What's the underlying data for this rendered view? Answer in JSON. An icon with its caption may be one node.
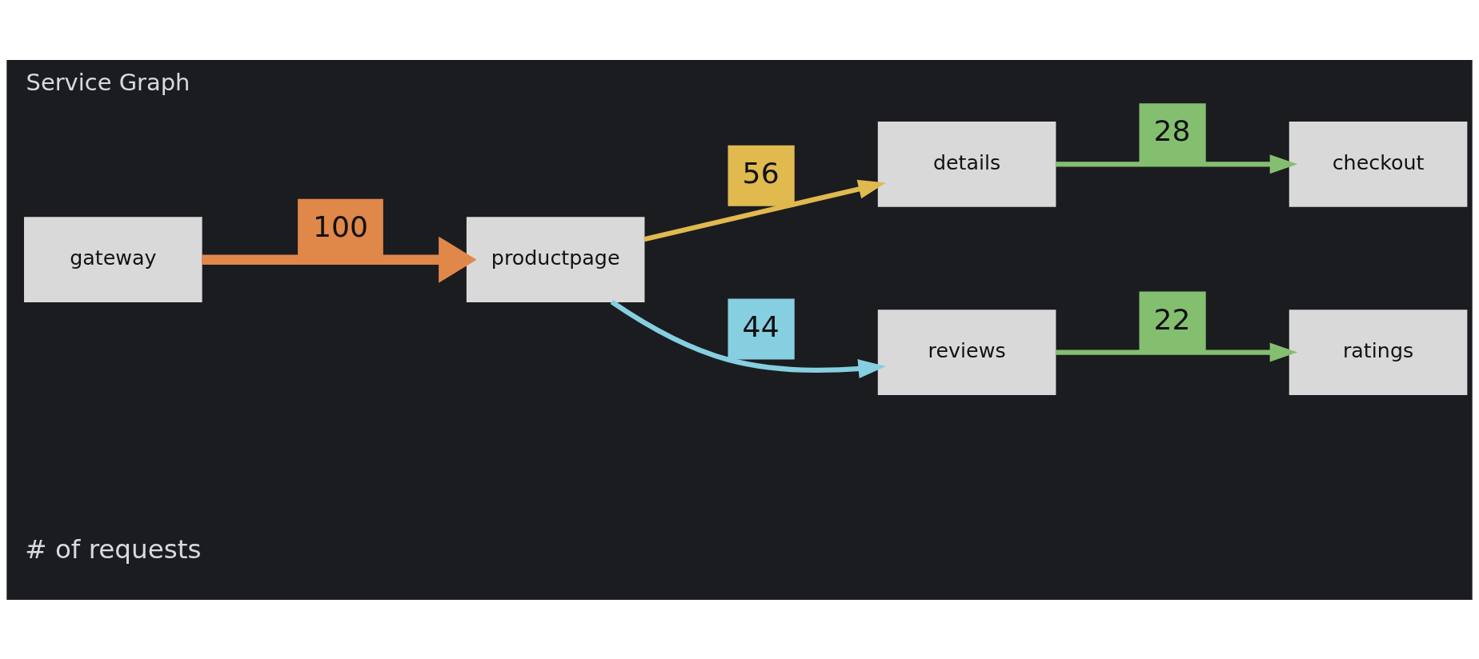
{
  "diagram": {
    "title": "Service Graph",
    "nodes": [
      {
        "text": [
          "gateway"
        ]
      },
      {
        "text": [
          "productpage"
        ]
      },
      {
        "text": [
          "details"
        ]
      },
      {
        "text": [
          "reviews"
        ]
      },
      {
        "text": [
          "checkout"
        ]
      },
      {
        "text": [
          "ratings"
        ]
      }
    ],
    "edges": [
      {
        "from": 0,
        "to": 1,
        "arrow": "to",
        "label": "100",
        "style": "thick",
        "color": "#e0874a"
      },
      {
        "from": 1,
        "to": 2,
        "arrow": "to",
        "label": "56",
        "color": "#e0b94f"
      },
      {
        "from": 1,
        "to": 3,
        "arrow": "to",
        "label": "44",
        "color": "#85cfe0"
      },
      {
        "from": 2,
        "to": 4,
        "arrow": "to",
        "label": "28",
        "color": "#84bf70"
      },
      {
        "from": 3,
        "to": 5,
        "arrow": "to",
        "label": "22",
        "color": "#84bf70"
      }
    ],
    "labels": [
      "# of requests"
    ]
  }
}
